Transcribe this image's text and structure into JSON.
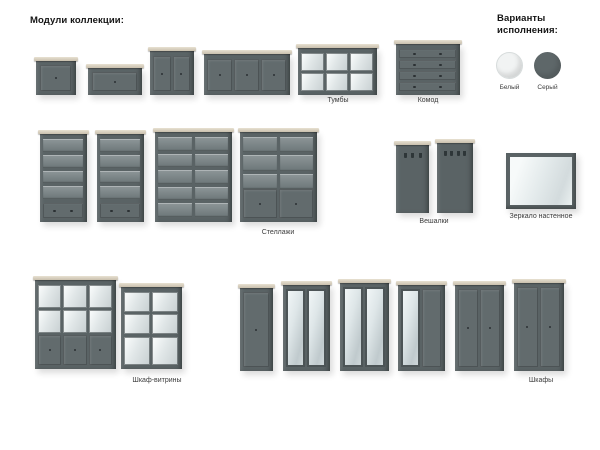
{
  "page": {
    "title": "Модули коллекции:"
  },
  "variants": {
    "title_lines": [
      "Варианты",
      "исполнения:"
    ],
    "options": [
      {
        "name": "white",
        "label": "Белый",
        "color": "#f1f3f3"
      },
      {
        "name": "gray",
        "label": "Серый",
        "color": "#5e6769"
      }
    ]
  },
  "groups": {
    "tumby": {
      "label": "Тумбы"
    },
    "komod": {
      "label": "Комод"
    },
    "stellazhi": {
      "label": "Стеллажи"
    },
    "veshalki": {
      "label": "Вешалки"
    },
    "zerkalo": {
      "label": "Зеркало настенное"
    },
    "vitriny": {
      "label": "Шкаф-витрины"
    },
    "shkafy": {
      "label": "Шкафы"
    }
  },
  "colors": {
    "furniture_gray": "#5a6365",
    "wood_top": "#d5ccba",
    "background": "#ffffff"
  }
}
